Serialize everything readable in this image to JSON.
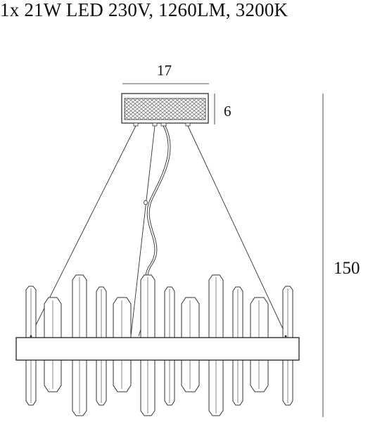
{
  "spec": {
    "title": "1x 21W LED 230V, 1260LM, 3200K"
  },
  "dimensions": {
    "canopy_width": "17",
    "canopy_height": "6",
    "overall_height": "150"
  },
  "components": {
    "canopy": "ceiling-canopy",
    "cables": "suspension-cables",
    "power_cord": "power-cord",
    "ring": "ring-frame",
    "crystals": "crystal-prisms"
  }
}
